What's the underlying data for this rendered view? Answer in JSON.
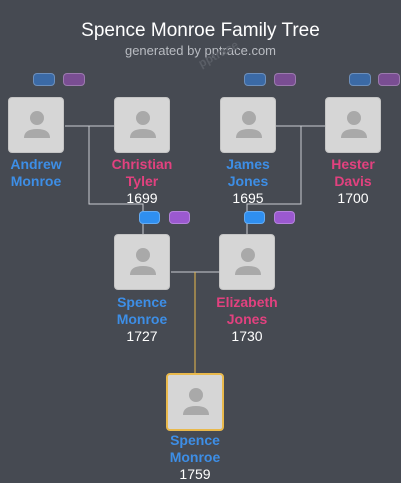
{
  "header": {
    "title": "Spence Monroe Family Tree",
    "subtitle": "generated by pptrace.com",
    "watermark": "pptrace"
  },
  "people": {
    "andrew": {
      "first": "Andrew",
      "last": "Monroe",
      "year": "",
      "gender": "male"
    },
    "christian": {
      "first": "Christian",
      "last": "Tyler",
      "year": "1699",
      "gender": "female"
    },
    "james": {
      "first": "James",
      "last": "Jones",
      "year": "1695",
      "gender": "male"
    },
    "hester": {
      "first": "Hester",
      "last": "Davis",
      "year": "1700",
      "gender": "female"
    },
    "spence_sr": {
      "first": "Spence",
      "last": "Monroe",
      "year": "1727",
      "gender": "male"
    },
    "elizabeth": {
      "first": "Elizabeth",
      "last": "Jones",
      "year": "1730",
      "gender": "female"
    },
    "spence_jr": {
      "first": "Spence",
      "last": "Monroe",
      "year": "1759",
      "gender": "male",
      "focus": true
    }
  },
  "colors": {
    "background": "#464a52",
    "male": "#3d8ee6",
    "female": "#e2417f",
    "focus_border": "#e9b94c",
    "descendant_line": "#e9b94c",
    "connector_line": "#c9ccd1"
  },
  "icons": [
    "person-silhouette-icon",
    "expand-father-button",
    "expand-mother-button"
  ]
}
